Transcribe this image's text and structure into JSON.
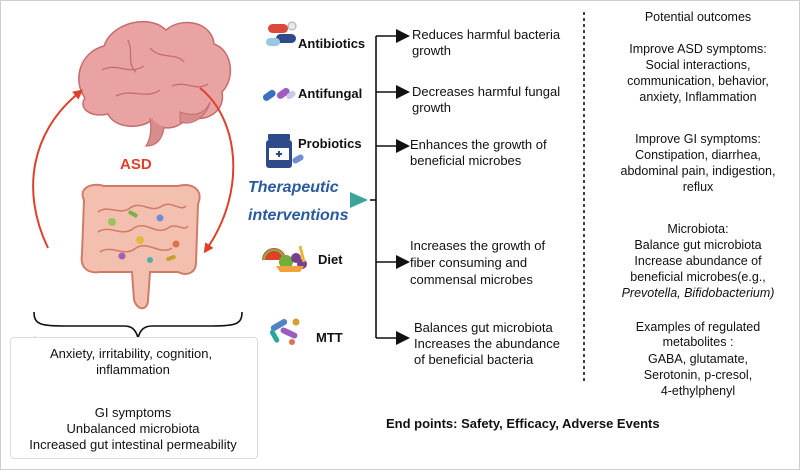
{
  "cycle": {
    "label": "ASD"
  },
  "interventions_label": [
    "Therapeutic",
    "interventions"
  ],
  "interventions": [
    {
      "name": "Antibiotics",
      "icon": "pills-icon",
      "effect": [
        "Reduces harmful bacteria",
        "growth"
      ]
    },
    {
      "name": "Antifungal",
      "icon": "capsules-icon",
      "effect": [
        "Decreases harmful fungal",
        "growth"
      ]
    },
    {
      "name": "Probiotics",
      "icon": "probiotic-bottle-icon",
      "effect": [
        "Enhances the growth of",
        "beneficial microbes"
      ]
    },
    {
      "name": "Diet",
      "icon": "food-icon",
      "effect": [
        "Increases the growth of",
        "fiber consuming and",
        "commensal microbes"
      ]
    },
    {
      "name": "MTT",
      "icon": "microbes-icon",
      "effect": [
        "Balances gut microbiota",
        "Increases the abundance",
        "of beneficial bacteria"
      ]
    }
  ],
  "symptoms": {
    "brain": [
      "Anxiety, irritability, cognition,",
      "inflammation"
    ],
    "gut": [
      "GI symptoms",
      "Unbalanced microbiota",
      "Increased gut intestinal permeability"
    ]
  },
  "outcomes": {
    "title": "Potential outcomes",
    "groups": [
      {
        "heading": "Improve ASD symptoms:",
        "lines": [
          "Social interactions,",
          "communication, behavior,",
          "anxiety, Inflammation"
        ]
      },
      {
        "heading": "Improve GI symptoms:",
        "lines": [
          "Constipation, diarrhea,",
          "abdominal pain, indigestion,",
          "reflux"
        ]
      },
      {
        "heading": "Microbiota:",
        "lines": [
          "Balance gut microbiota",
          "Increase abundance of",
          "beneficial microbes(e.g.,",
          "Prevotella, Bifidobacterium)"
        ]
      },
      {
        "heading": "Examples of regulated",
        "heading2": "metabolites :",
        "lines": [
          "GABA,  glutamate,",
          "Serotonin,  p-cresol,",
          "4-ethylphenyl"
        ]
      }
    ]
  },
  "endpoints": "End points:  Safety, Efficacy, Adverse Events",
  "colors": {
    "red": "#e0402a",
    "blue": "#2a5aa0",
    "teal": "#3aa39a",
    "brain": "#e8a0a0",
    "gut": "#efb4a4"
  }
}
